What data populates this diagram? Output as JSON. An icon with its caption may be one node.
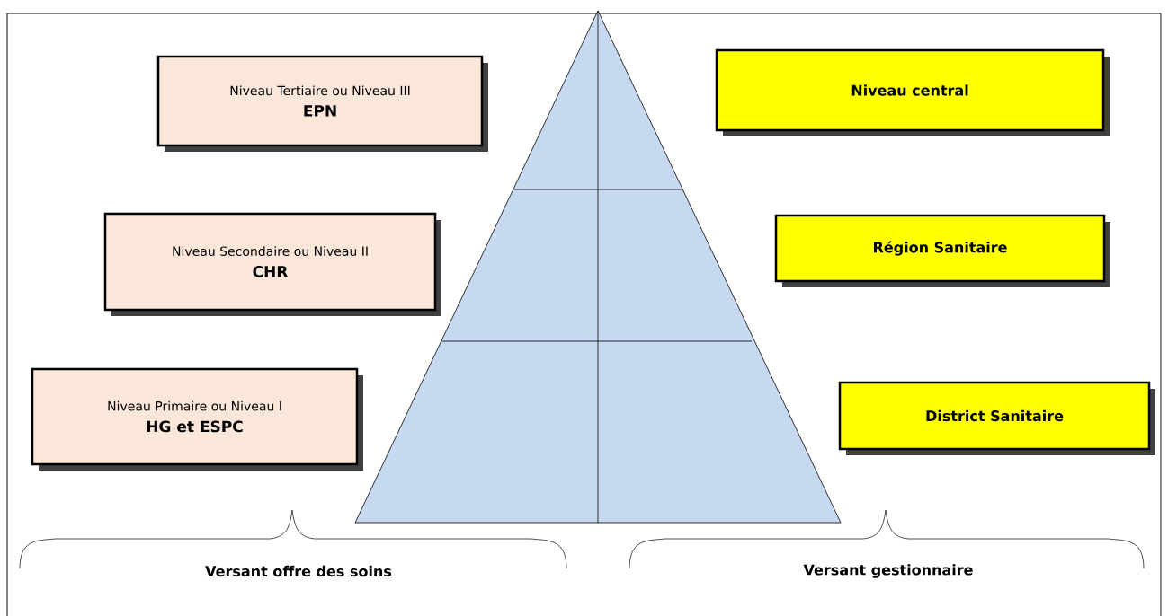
{
  "diagram": {
    "nodes": [
      {
        "text": [
          "Niveau Tertiaire ou Niveau III",
          "EPN"
        ]
      },
      {
        "text": [
          "Niveau Secondaire ou Niveau II",
          "CHR"
        ]
      },
      {
        "text": [
          "Niveau Primaire ou Niveau I",
          "HG et ESPC"
        ]
      },
      {
        "text": [
          "Niveau central"
        ]
      },
      {
        "text": [
          "Région Sanitaire"
        ]
      },
      {
        "text": [
          "District Sanitaire"
        ]
      }
    ],
    "labels": [
      "Versant offre des soins",
      "Versant gestionnaire"
    ]
  }
}
